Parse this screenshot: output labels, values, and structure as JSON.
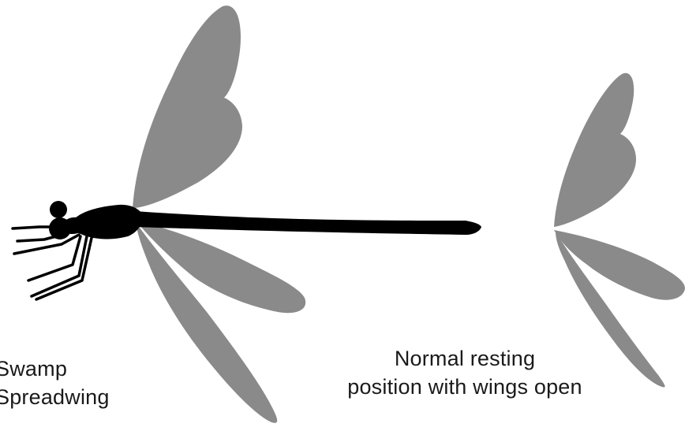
{
  "species_caption": {
    "line1": "Swamp",
    "line2": "Spreadwing"
  },
  "posture_caption": {
    "line1": "Normal resting",
    "line2": "position with wings open"
  },
  "colors": {
    "background": "#ffffff",
    "body_silhouette": "#000000",
    "wing": "#8a8a8a",
    "text": "#1a1a1a"
  }
}
